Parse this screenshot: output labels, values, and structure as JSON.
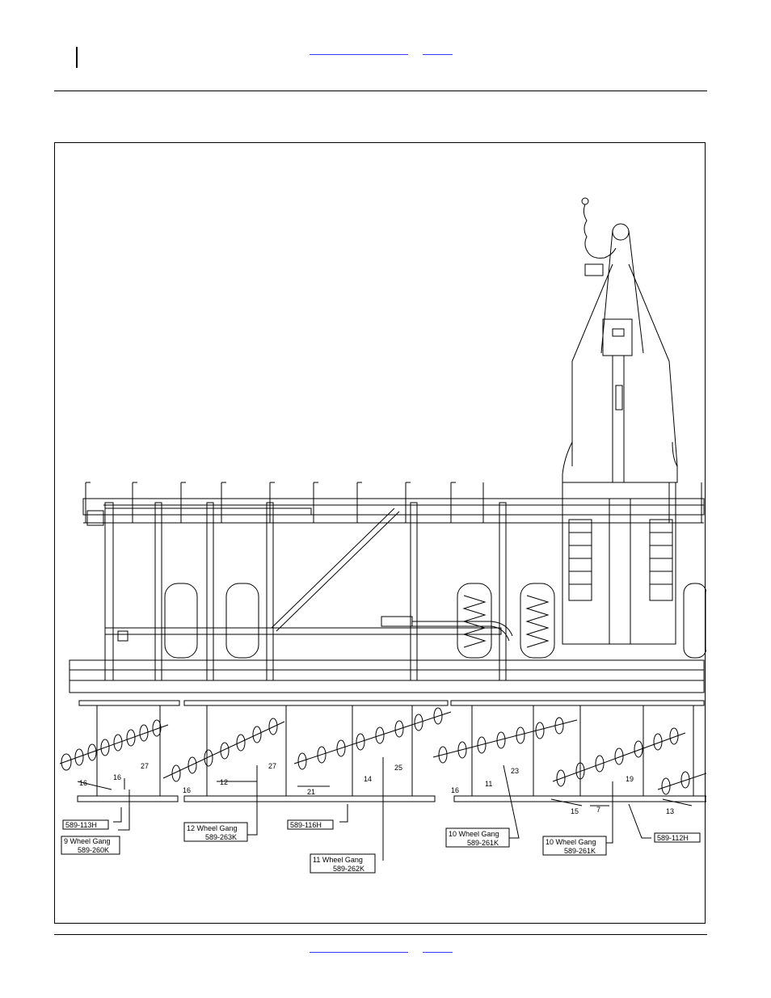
{
  "header": {
    "links": [
      "",
      ""
    ]
  },
  "footer": {
    "links": [
      "",
      ""
    ]
  },
  "figure": {
    "part_labels": [
      "589-113H",
      "589-116H",
      "589-112H"
    ],
    "gang_labels": [
      {
        "name": "9 Wheel Gang",
        "part": "589-260K"
      },
      {
        "name": "12 Wheel Gang",
        "part": "589-263K"
      },
      {
        "name": "11 Wheel Gang",
        "part": "589-262K"
      },
      {
        "name": "10 Wheel Gang",
        "part": "589-261K"
      },
      {
        "name": "10 Wheel Gang",
        "part": "589-261K"
      }
    ],
    "dimensions": [
      "16",
      "16",
      "27",
      "16",
      "12",
      "27",
      "21",
      "14",
      "25",
      "16",
      "11",
      "23",
      "15",
      "7",
      "19",
      "13"
    ]
  },
  "colors": {
    "link": "#3a3aff",
    "ink": "#000000"
  }
}
